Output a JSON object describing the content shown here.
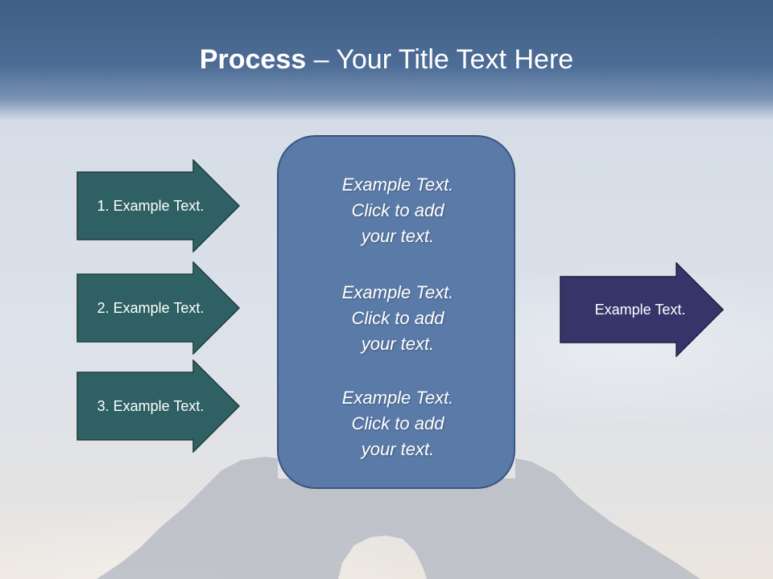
{
  "slide": {
    "title_bold": "Process",
    "title_separator": " – ",
    "title_rest": "Your Title Text Here"
  },
  "inputs": [
    {
      "label": "1. Example Text."
    },
    {
      "label": "2. Example Text."
    },
    {
      "label": "3. Example Text."
    }
  ],
  "center": {
    "blocks": [
      {
        "line1": "Example Text.",
        "line2": "Click  to add",
        "line3": "your text."
      },
      {
        "line1": "Example Text.",
        "line2": "Click  to add",
        "line3": "your text."
      },
      {
        "line1": "Example Text.",
        "line2": "Click  to add",
        "line3": "your text."
      }
    ]
  },
  "output": {
    "label": "Example Text."
  },
  "colors": {
    "input_arrow": "#2f6164",
    "output_arrow": "#36356a",
    "center_box": "#5a7aa8",
    "title_band": "#4d6d96"
  }
}
